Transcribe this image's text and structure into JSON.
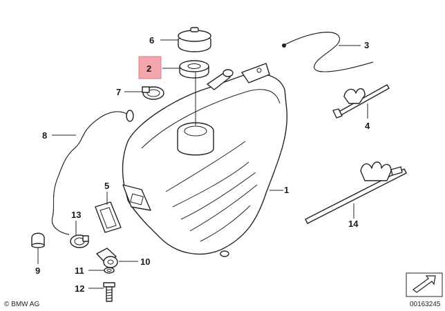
{
  "labels": {
    "p1": "1",
    "p2": "2",
    "p3": "3",
    "p4": "4",
    "p5": "5",
    "p6": "6",
    "p7": "7",
    "p8": "8",
    "p9": "9",
    "p10": "10",
    "p11": "11",
    "p12": "12",
    "p13": "13",
    "p14": "14"
  },
  "highlight_color": "#f4a6ad",
  "footer": {
    "copyright": "© BMW AG",
    "diagram_number": "00163245"
  }
}
